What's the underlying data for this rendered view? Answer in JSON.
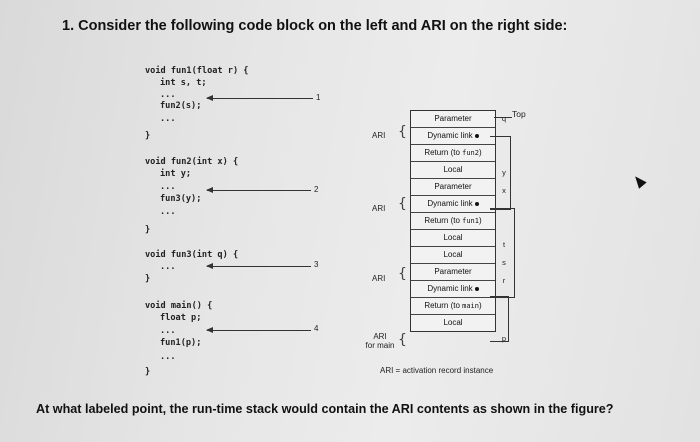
{
  "title": "1. Consider the following code block on the left and ARI on the right side:",
  "question": "At what labeled point, the run-time stack would contain the ARI contents as shown in the figure?",
  "code": {
    "fun1_sig": "void fun1(float r) {",
    "fun1_decl": "int s, t;",
    "fun1_dots1": "...",
    "fun1_call": "fun2(s);",
    "fun1_dots2": "...",
    "fun1_close": "}",
    "fun2_sig": "void fun2(int x) {",
    "fun2_decl": "int y;",
    "fun2_dots1": "...",
    "fun2_call": "fun3(y);",
    "fun2_dots2": "...",
    "fun2_close": "}",
    "fun3_sig": "void fun3(int q) {",
    "fun3_dots": "...",
    "fun3_close": "}",
    "main_sig": "void main() {",
    "main_decl": "float p;",
    "main_dots1": "...",
    "main_call": "fun1(p);",
    "main_dots2": "...",
    "main_close": "}"
  },
  "labels": {
    "p1": "1",
    "p2": "2",
    "p3": "3",
    "p4": "4"
  },
  "ari": {
    "label": "ARI",
    "for_main_1": "ARI",
    "for_main_2": "for main",
    "top": "Top",
    "legend": "ARI = activation record instance"
  },
  "stack": [
    {
      "text": "Parameter",
      "side": "q"
    },
    {
      "text": "Dynamic link",
      "dot": true,
      "side": ""
    },
    {
      "text": "Return (to ",
      "mono": "fun2",
      "tail": ")",
      "side": ""
    },
    {
      "text": "Local",
      "side": "y"
    },
    {
      "text": "Parameter",
      "side": "x"
    },
    {
      "text": "Dynamic link",
      "dot": true,
      "side": ""
    },
    {
      "text": "Return (to ",
      "mono": "fun1",
      "tail": ")",
      "side": ""
    },
    {
      "text": "Local",
      "side": "t"
    },
    {
      "text": "Local",
      "side": "s"
    },
    {
      "text": "Parameter",
      "side": "r"
    },
    {
      "text": "Dynamic link",
      "dot": true,
      "side": ""
    },
    {
      "text": "Return (to ",
      "mono": "main",
      "tail": ")",
      "side": ""
    },
    {
      "text": "Local",
      "side": "p"
    }
  ]
}
